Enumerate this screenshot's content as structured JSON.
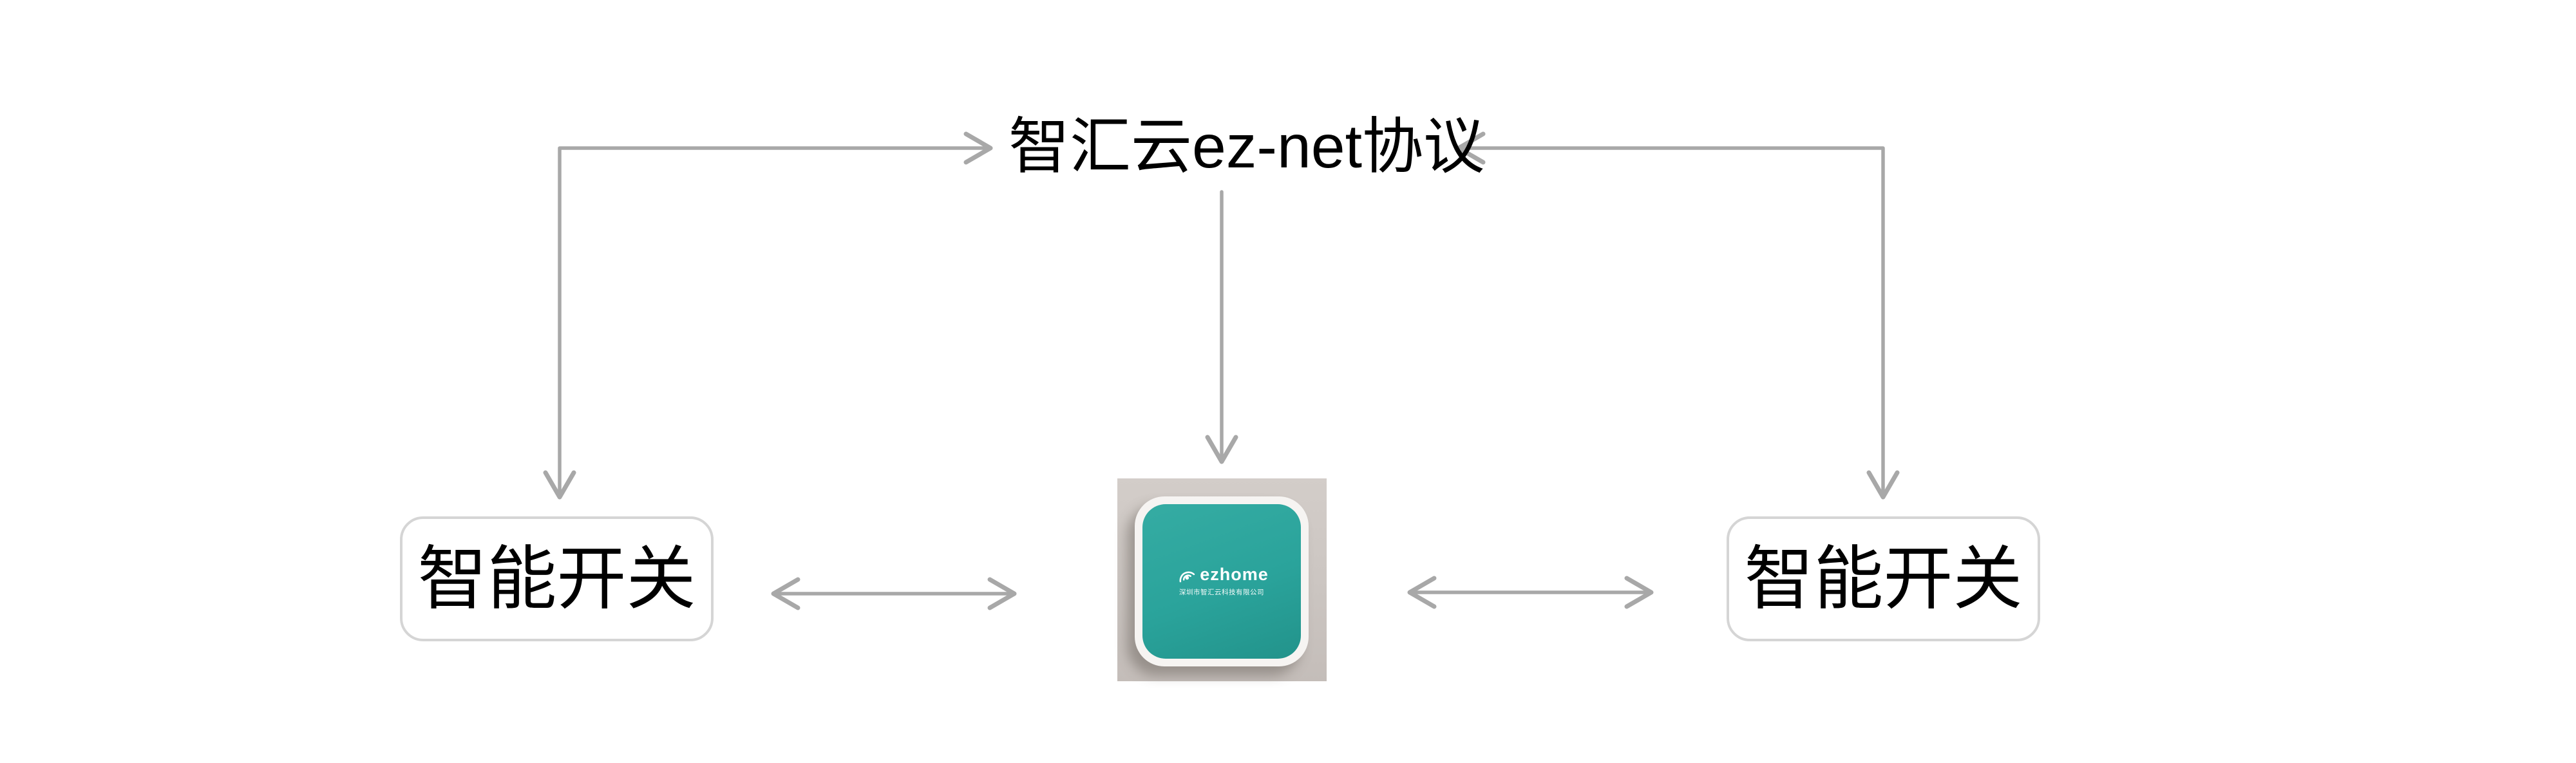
{
  "protocol": {
    "label": "智汇云ez-net协议"
  },
  "nodes": {
    "left_switch": {
      "label": "智能开关"
    },
    "right_switch": {
      "label": "智能开关"
    },
    "gateway": {
      "brand": "ezhome",
      "company": "深圳市智汇云科技有限公司"
    }
  },
  "edges": [
    {
      "from": "smart-switch-left",
      "to": "protocol-label",
      "shape": "elbow",
      "arrowheads": "both"
    },
    {
      "from": "smart-switch-right",
      "to": "protocol-label",
      "shape": "elbow",
      "arrowheads": "both"
    },
    {
      "from": "protocol-label",
      "to": "gateway",
      "shape": "straight",
      "arrowheads": "end"
    },
    {
      "from": "smart-switch-left",
      "to": "gateway",
      "shape": "straight",
      "arrowheads": "both"
    },
    {
      "from": "gateway",
      "to": "smart-switch-right",
      "shape": "straight",
      "arrowheads": "both"
    }
  ],
  "theme": {
    "page_bg": "#ffffff",
    "text_color": "#000000",
    "arrow_color": "#a8a8a8",
    "box_border": "#d5d5d5",
    "box_bg": "#ffffff",
    "photo_bg": "#cbc5c1",
    "device_face": "#f6f4f2",
    "device_teal": "#2aa39b",
    "logo_color": "#ffffff"
  }
}
